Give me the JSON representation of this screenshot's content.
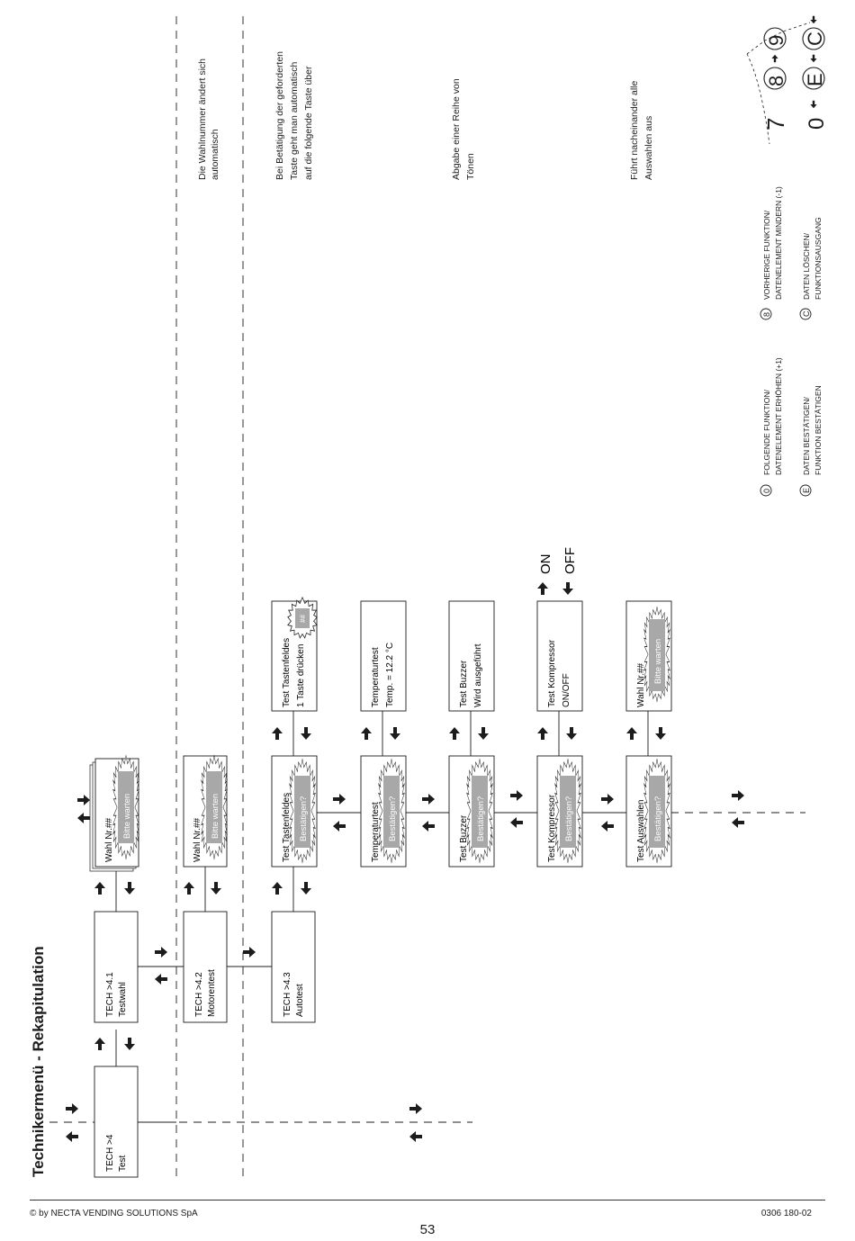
{
  "title": "Technikermenü - Rekapitulation",
  "footer": {
    "copyright": "© by NECTA VENDING SOLUTIONS SpA",
    "doc_code": "0306 180-02",
    "page_number": "53"
  },
  "nodes": {
    "tech4_l1": "TECH >4",
    "tech4_l2": "Test",
    "tech41_l1": "TECH >4.1",
    "tech41_l2": "Testwahl",
    "tech42_l1": "TECH >4.2",
    "tech42_l2": "Motorentest",
    "tech43_l1": "TECH >4.3",
    "tech43_l2": "Autotest",
    "wahl_nr": "Wahl Nr.##",
    "bitte_warten": "Bitte warten",
    "bestaetigen": "Bestätigen?",
    "test_tastenfeldes": "Test Tastenfeldes",
    "temperaturtest": "Temperaturtest",
    "test_buzzer": "Test Buzzer",
    "test_kompressor": "Test Kompressor",
    "test_auswahlen": "Test Auswahlen",
    "taste_druecken": "1 Taste drücken",
    "hash": "##",
    "temp_value": "Temp. = 12.2 °C",
    "wird_ausgefuehrt": "Wird ausgeführt",
    "on_off": "ON/OFF",
    "on": "ON",
    "off": "OFF"
  },
  "notes": {
    "wahlnummer_l1": "Die Wahlnummer ändert sich",
    "wahlnummer_l2": "automatisch",
    "taste_l1": "Bei Betätigung der geforderten",
    "taste_l2": "Taste geht man automatisch",
    "taste_l3": "auf die folgende Taste über",
    "toene_l1": "Abgabe einer Reihe von",
    "toene_l2": "Tönen",
    "auswahlen_l1": "Führt nacheinander alle",
    "auswahlen_l2": "Auswahlen aus"
  },
  "legend": {
    "key_0": "0",
    "key_8": "8",
    "key_E": "E",
    "key_C": "C",
    "key_7": "7",
    "key_9": "9",
    "folgende_l1": "FOLGENDE FUNKTION/",
    "folgende_l2": "DATENELEMENT ERHÖHEN (+1)",
    "vorherige_l1": "VORHERIGE FUNKTION/",
    "vorherige_l2": "DATENELEMENT MINDERN (-1)",
    "daten_best_l1": "DATEN BESTÄTIGEN/",
    "daten_best_l2": "FUNKTION BESTÄTIGEN",
    "daten_loeschen_l1": "DATEN LÖSCHEN/",
    "daten_loeschen_l2": "FUNKTIONSAUSGANG"
  }
}
